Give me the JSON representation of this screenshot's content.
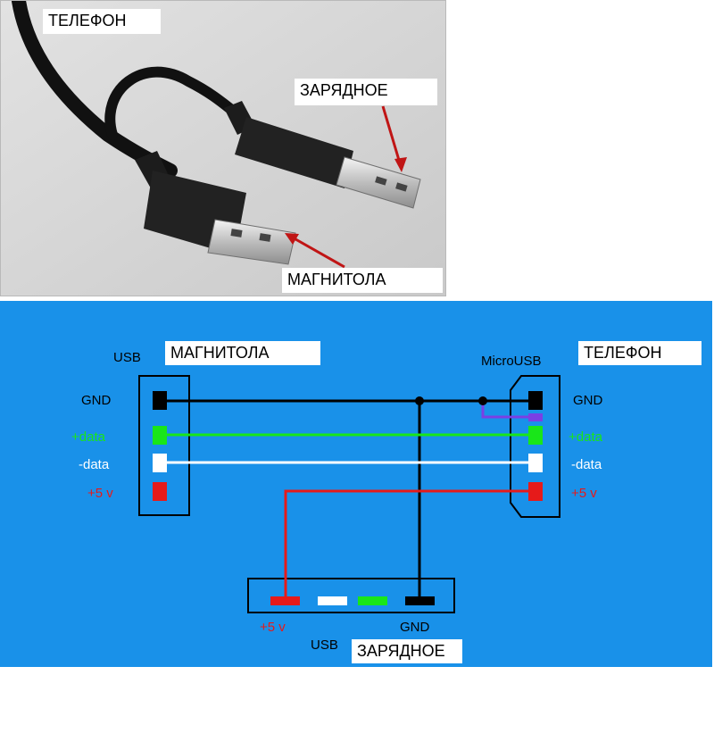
{
  "photo": {
    "label_phone": "ТЕЛЕФОН",
    "label_charger": "ЗАРЯДНОЕ",
    "label_radio": "МАГНИТОЛА"
  },
  "diagram": {
    "left_connector": {
      "type_label": "USB",
      "name": "МАГНИТОЛА"
    },
    "right_connector": {
      "type_label": "MicroUSB",
      "name": "ТЕЛЕФОН"
    },
    "bottom_connector": {
      "type_label": "USB",
      "name": "ЗАРЯДНОЕ"
    },
    "pins": {
      "gnd": "GND",
      "data_plus": "+data",
      "data_minus": "-data",
      "v5": "+5 v"
    },
    "bottom_pins": {
      "v5": "+5 v",
      "gnd": "GND"
    },
    "colors": {
      "background": "#1991e9",
      "gnd": "#000000",
      "data_plus": "#19e619",
      "data_minus": "#ffffff",
      "v5": "#e61a1a",
      "id_wire": "#7b3fe4"
    }
  }
}
